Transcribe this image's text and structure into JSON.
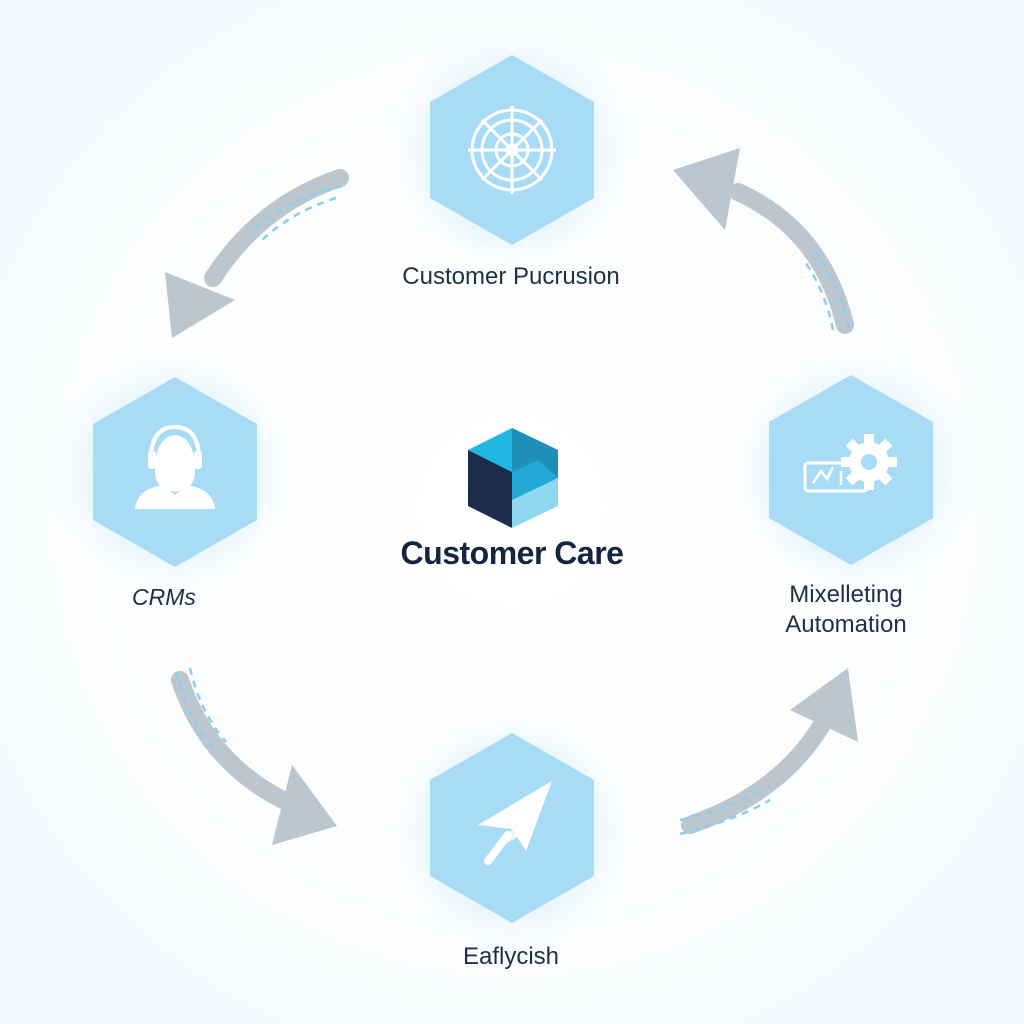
{
  "center": {
    "title": "Customer Care"
  },
  "nodes": {
    "top": {
      "label": "Customer Pucrusion",
      "icon": "target-compass-icon"
    },
    "left": {
      "label": "CRMs",
      "icon": "headset-agent-icon"
    },
    "right": {
      "label_line1": "Mixelleting",
      "label_line2": "Automation",
      "icon": "gear-chart-icon"
    },
    "bottom": {
      "label": "Eaflycish",
      "icon": "paper-plane-icon"
    }
  },
  "colors": {
    "hex_fill": "#a8dcf6",
    "arrow": "#b9c3cc",
    "dash": "#8ecdee",
    "text": "#1f2f45",
    "logo_dark": "#1b2c4d",
    "logo_cyan": "#1fb8e0",
    "logo_teal": "#1d8fb8",
    "logo_light": "#8fd8f0"
  }
}
